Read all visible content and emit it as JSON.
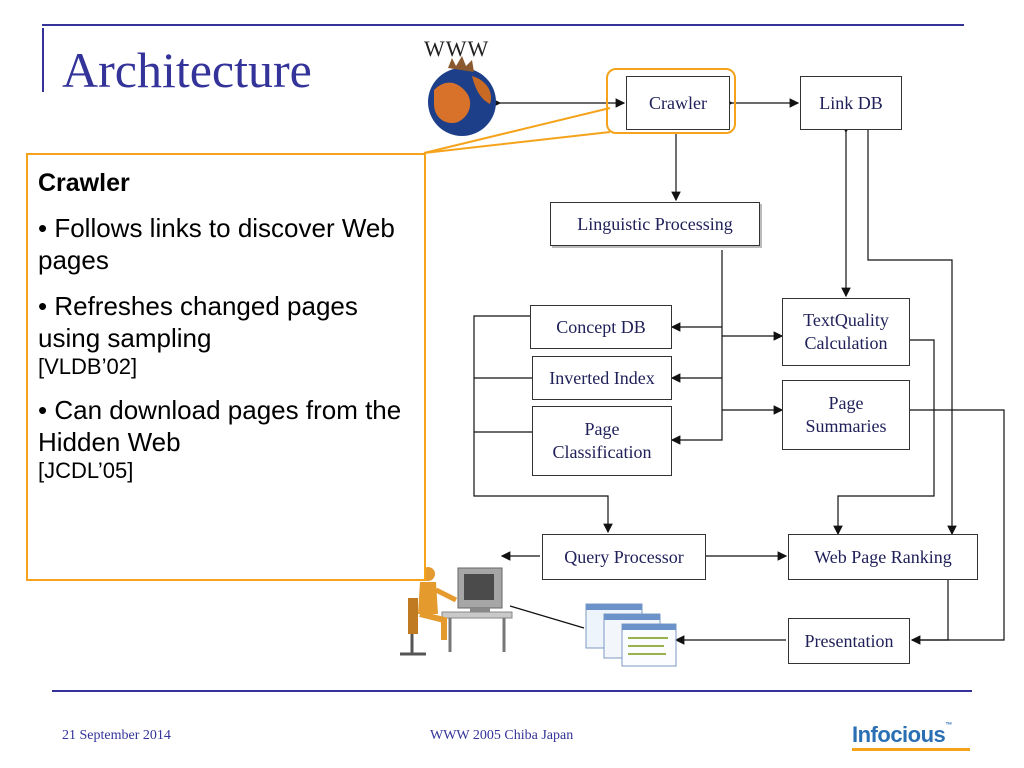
{
  "slide": {
    "title": "Architecture",
    "footer": {
      "date": "21 September 2014",
      "center": "WWW 2005 Chiba Japan",
      "logo": "Infocious",
      "logo_tm": "™"
    }
  },
  "callout": {
    "heading": "Crawler",
    "bullets": [
      {
        "text": "• Follows links to discover Web pages",
        "ref": ""
      },
      {
        "text": "• Refreshes changed pages using sampling",
        "ref": "[VLDB’02]"
      },
      {
        "text": "• Can download pages from the Hidden Web",
        "ref": "[JCDL’05]"
      }
    ]
  },
  "diagram": {
    "www_label": "WWW",
    "nodes": {
      "crawler": "Crawler",
      "link_db": "Link DB",
      "linguistic": "Linguistic Processing",
      "concept_db": "Concept DB",
      "inverted_index": "Inverted Index",
      "page_class_1": "Page",
      "page_class_2": "Classification",
      "text_quality_1": "TextQuality",
      "text_quality_2": "Calculation",
      "page_summ_1": "Page",
      "page_summ_2": "Summaries",
      "query_processor": "Query Processor",
      "web_page_ranking": "Web Page Ranking",
      "presentation": "Presentation"
    }
  }
}
